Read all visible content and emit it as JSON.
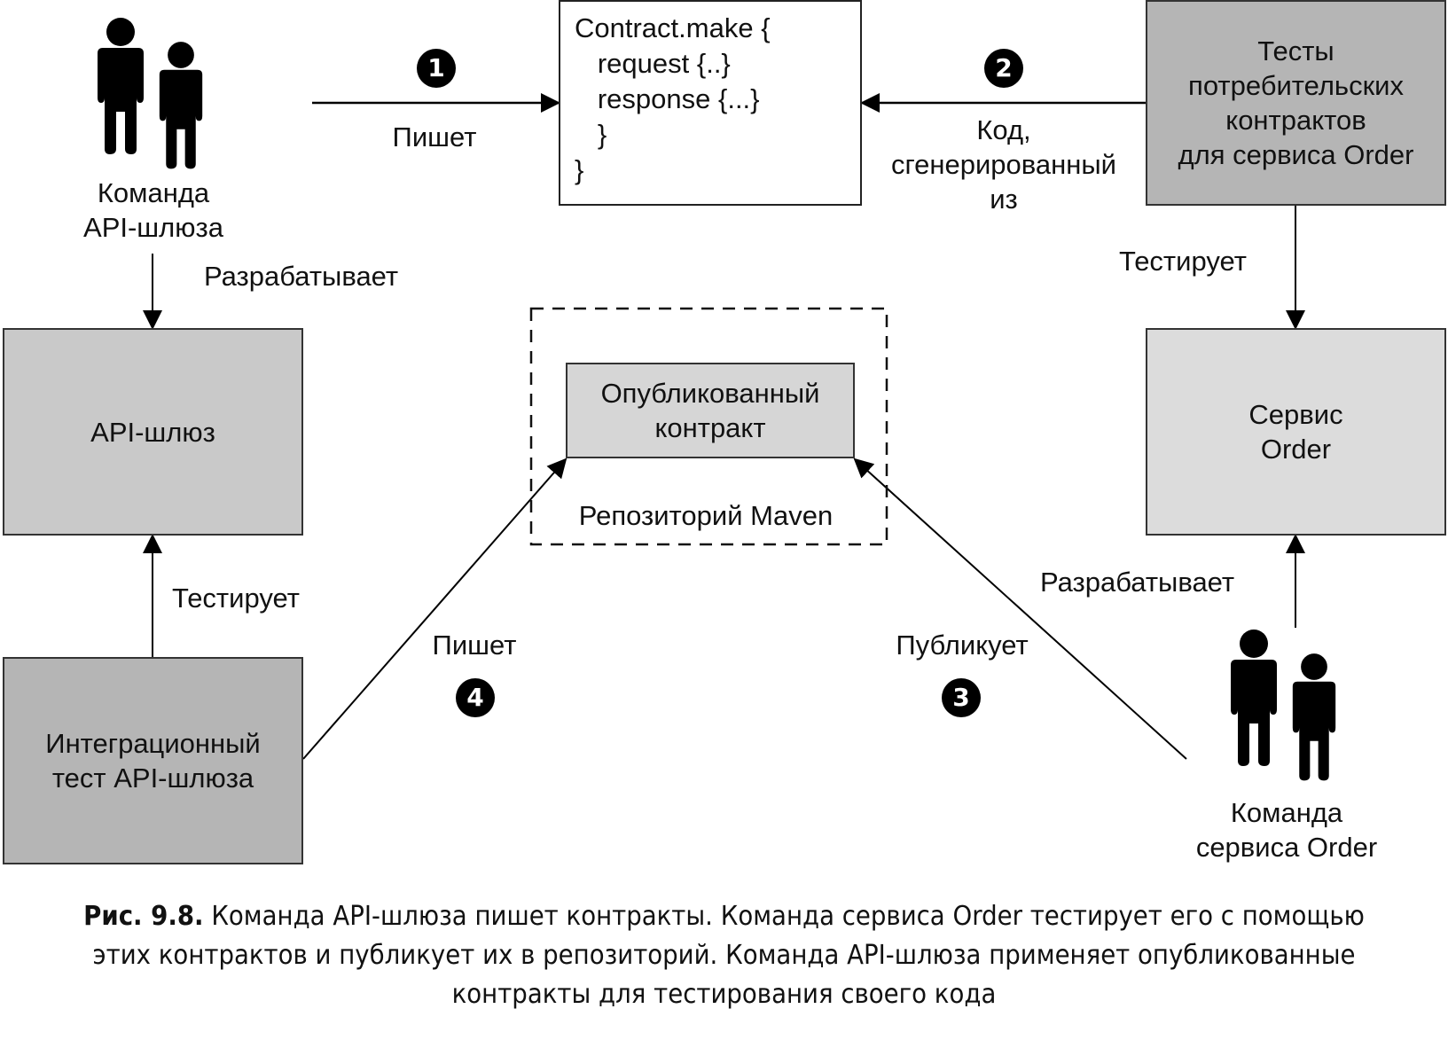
{
  "diagram": {
    "colors": {
      "box_dark": "#b5b5b5",
      "box_medium": "#c9c9c9",
      "box_light": "#dcdcdc",
      "line": "#000000"
    },
    "nodes": {
      "api_team": "Команда\nAPI-шлюза",
      "order_team": "Команда\nсервиса Order",
      "api_gateway": "API-шлюз",
      "integration_test": "Интеграционный\nтест API-шлюза",
      "contract_code": [
        "Contract.make {",
        "   request {..}",
        "   response {...}",
        "   }",
        "}"
      ],
      "consumer_tests": "Тесты\nпотребительских\nконтрактов\nдля сервиса Order",
      "order_service": "Сервис\nOrder",
      "published_contract": "Опубликованный\nконтракт",
      "maven_repo": "Репозиторий Maven"
    },
    "edges": {
      "writes_1": "Пишет",
      "generated_from": "Код,\nсгенерированный\nиз",
      "develops_api": "Разрабатывает",
      "tests_order": "Тестирует",
      "tests_api": "Тестирует",
      "develops_order": "Разрабатывает",
      "writes_4": "Пишет",
      "publishes": "Публикует"
    },
    "steps": [
      "1",
      "2",
      "3",
      "4"
    ]
  },
  "caption": {
    "label": "Рис. 9.8.",
    "text": " Команда API-шлюза пишет контракты. Команда сервиса Order тестирует его с помощью",
    "line2": "этих контрактов и публикует их в репозиторий. Команда API-шлюза применяет опубликованные",
    "line3": "контракты для тестирования своего кода"
  }
}
